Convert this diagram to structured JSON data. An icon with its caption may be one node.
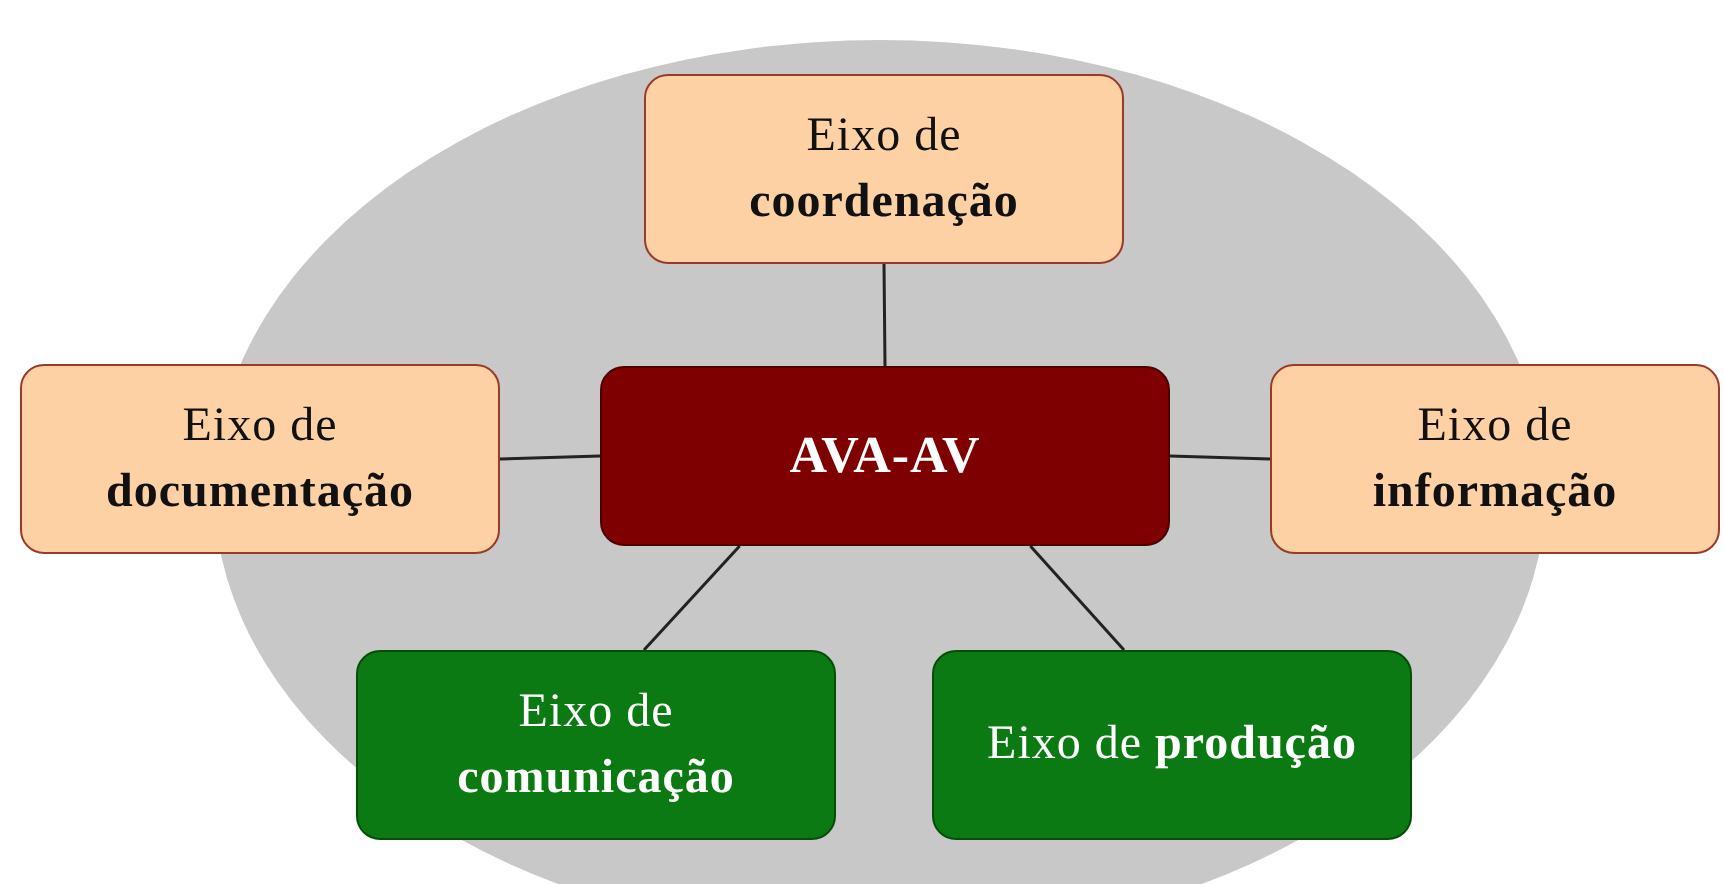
{
  "diagram": {
    "nodes": [
      {
        "text": [
          "AVA-AV"
        ]
      },
      {
        "text": [
          "Eixo de **coordenação**"
        ]
      },
      {
        "text": [
          "Eixo de **documentação**"
        ]
      },
      {
        "text": [
          "Eixo de **informação**"
        ]
      },
      {
        "text": [
          "Eixo de **comunicação**"
        ]
      },
      {
        "text": [
          "Eixo de **produção**"
        ]
      }
    ],
    "edges": [
      {
        "from": 0,
        "to": 1,
        "arrow": "none"
      },
      {
        "from": 0,
        "to": 2,
        "arrow": "none"
      },
      {
        "from": 0,
        "to": 3,
        "arrow": "none"
      },
      {
        "from": 0,
        "to": 4,
        "arrow": "none"
      },
      {
        "from": 0,
        "to": 5,
        "arrow": "none"
      }
    ]
  }
}
